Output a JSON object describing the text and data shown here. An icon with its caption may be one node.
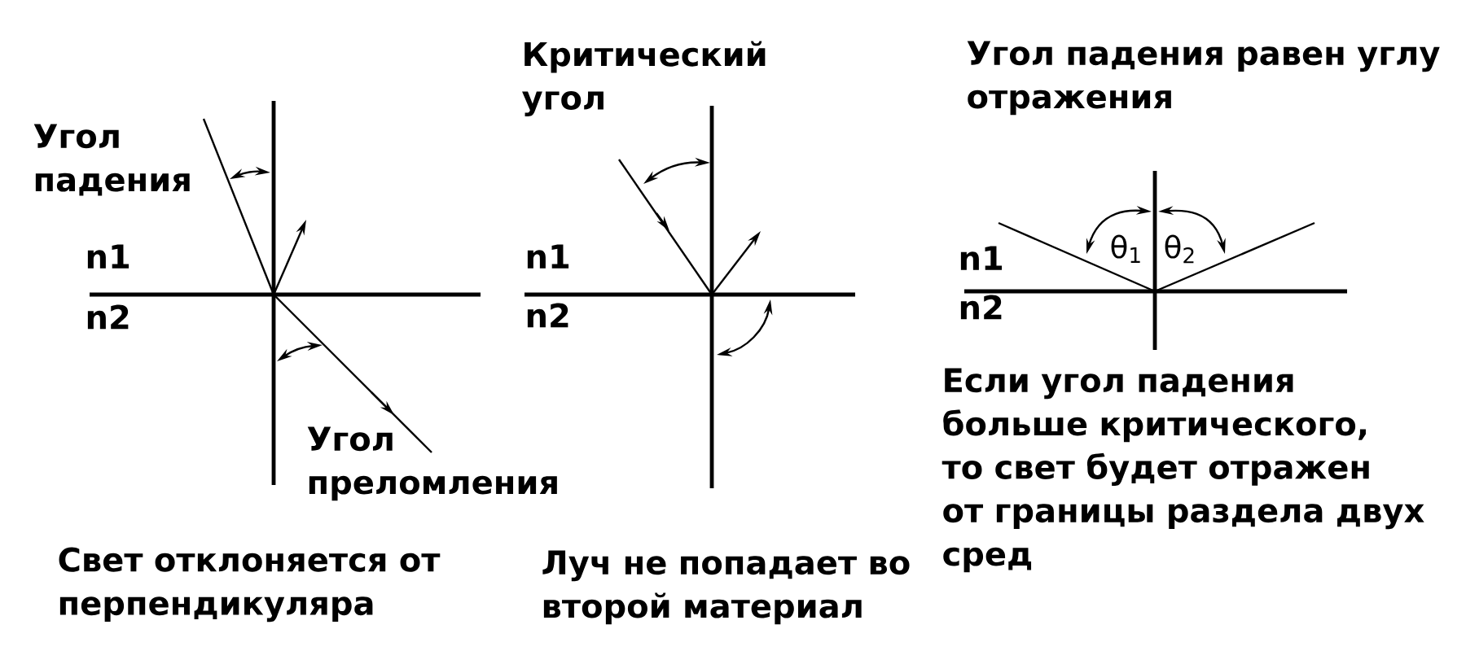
{
  "diagram": {
    "labels": [
      "Угол падения",
      "n1",
      "n2",
      "Угол преломления",
      "Свет отклоняется от перпендикуляра",
      "Критический угол",
      "n1",
      "n2",
      "Луч не попадает во второй материал",
      "Угол падения равен углу отражения",
      "θ$_{1}$",
      "θ$_{2}$",
      "n1",
      "n2",
      "Если угол падения больше критического, то свет будет отражен от границы раздела двух сред"
    ]
  }
}
